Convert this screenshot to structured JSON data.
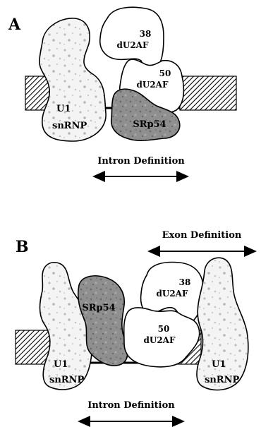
{
  "panelA": {
    "letter": "A",
    "u2af38": {
      "line1": "38",
      "line2": "dU2AF"
    },
    "u2af50": {
      "line1": "50",
      "line2": "dU2AF"
    },
    "u1": {
      "line1": "U1",
      "line2": "snRNP"
    },
    "srp54": "SRp54",
    "intron_def": "Intron Definition"
  },
  "panelB": {
    "letter": "B",
    "exon_def": "Exon Definition",
    "srp54": "SRp54",
    "u2af38": {
      "line1": "38",
      "line2": "dU2AF"
    },
    "u2af50": {
      "line1": "50",
      "line2": "dU2AF"
    },
    "u1_left": {
      "line1": "U1",
      "line2": "snRNP"
    },
    "u1_right": {
      "line1": "U1",
      "line2": "snRNP"
    },
    "intron_def": "Intron Definition"
  },
  "colors": {
    "outline": "#000000",
    "srp54_fill": "#8a8a8a",
    "u1_fill": "#eeeeee",
    "u2af_fill": "#ffffff",
    "exon_hatch": "#000000"
  }
}
